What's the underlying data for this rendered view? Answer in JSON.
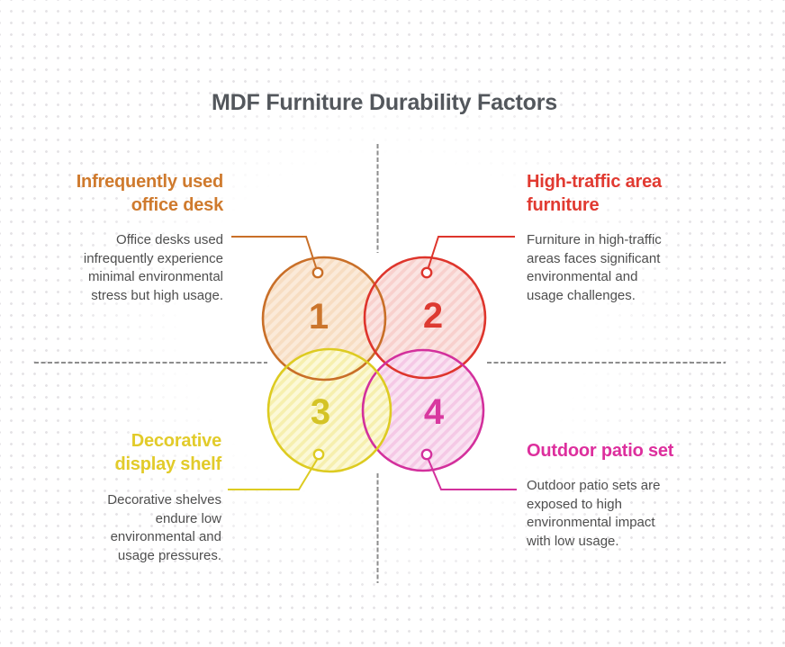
{
  "title": "MDF Furniture Durability Factors",
  "background": {
    "dot_color": "#e5e3e6"
  },
  "axis": {
    "color": "#8d8d8d",
    "style": "dashed"
  },
  "quadrants": [
    {
      "number": "1",
      "position": "top-left",
      "heading": "Infrequently used\noffice desk",
      "body": "Office desks used\ninfrequently experience\nminimal environmental\nstress but high usage.",
      "accent": "#cf7a2d",
      "circle_stroke": "#c96f28",
      "number_color": "#cb752c",
      "circle_fill_base": "#fbead9",
      "circle_fill_stripe": "#f7ddc2"
    },
    {
      "number": "2",
      "position": "top-right",
      "heading": "High-traffic area\nfurniture",
      "body": "Furniture in high-traffic\nareas faces significant\nenvironmental and\nusage challenges.",
      "accent": "#e13a31",
      "circle_stroke": "#de352c",
      "number_color": "#dd3a31",
      "circle_fill_base": "#fbe4e2",
      "circle_fill_stripe": "#f8d0cd"
    },
    {
      "number": "3",
      "position": "bottom-left",
      "heading": "Decorative\ndisplay shelf",
      "body": "Decorative shelves\nendure low\nenvironmental and\nusage pressures.",
      "accent": "#e2cb2a",
      "circle_stroke": "#ddcb21",
      "number_color": "#d4c326",
      "circle_fill_base": "#fcf9d7",
      "circle_fill_stripe": "#f6efae"
    },
    {
      "number": "4",
      "position": "bottom-right",
      "heading": "Outdoor patio set",
      "body": "Outdoor patio sets are\nexposed to high\nenvironmental impact\nwith low usage.",
      "accent": "#dd2f9d",
      "circle_stroke": "#d3309c",
      "number_color": "#d8389f",
      "circle_fill_base": "#fae3f2",
      "circle_fill_stripe": "#f5c9e6"
    }
  ]
}
